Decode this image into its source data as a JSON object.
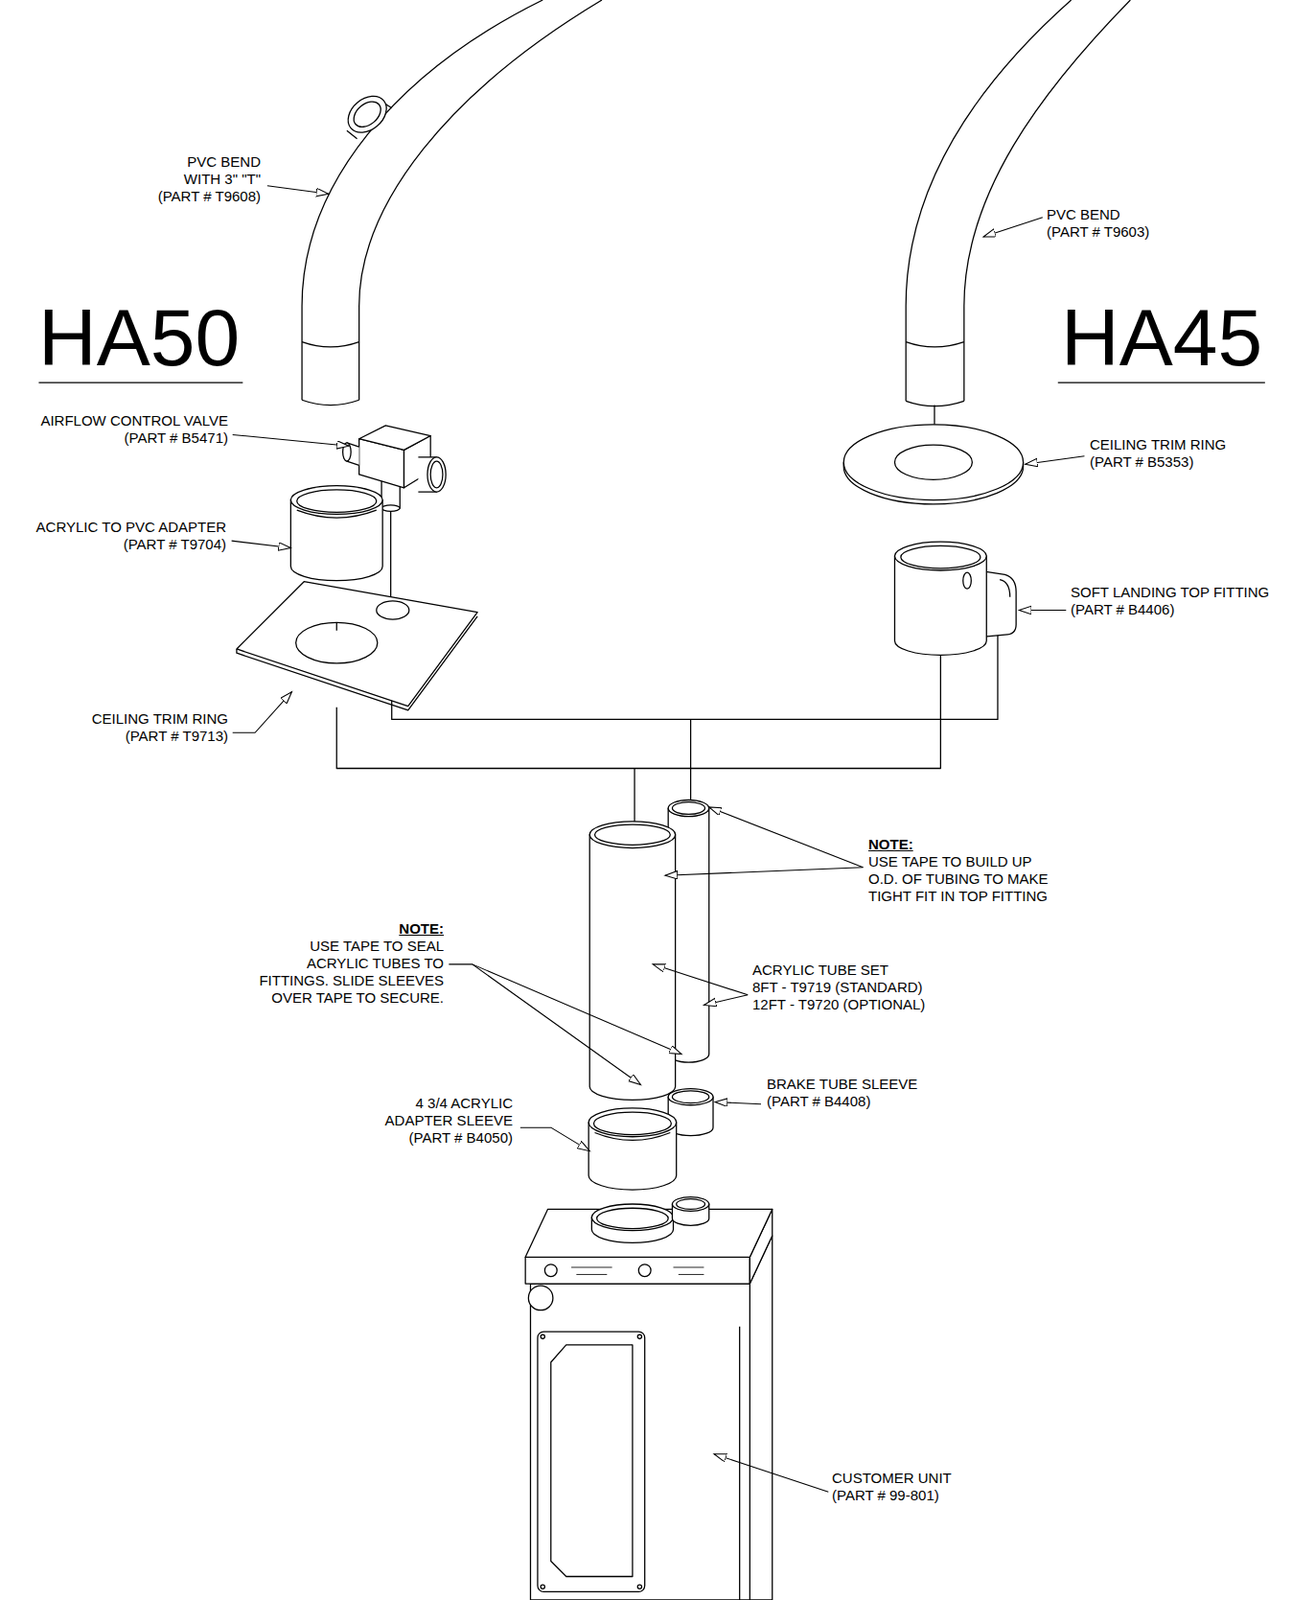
{
  "diagram": {
    "labels": [
      "PVC BEND WITH 3\" \"T\" (PART # T9608)",
      "PVC BEND (PART # T9603)",
      "HA50",
      "HA45",
      "AIRFLOW CONTROL VALVE (PART # B5471)",
      "CEILING TRIM RING (PART # B5353)",
      "ACRYLIC TO PVC ADAPTER (PART # T9704)",
      "SOFT LANDING TOP FITTING (PART # B4406)",
      "CEILING TRIM RING (PART # T9713)",
      "NOTE:",
      "USE TAPE TO BUILD UP O.D. OF TUBING TO MAKE TIGHT FIT IN TOP FITTING",
      "NOTE:",
      "USE TAPE TO SEAL ACRYLIC TUBES TO FITTINGS. SLIDE SLEEVES OVER TAPE TO SECURE.",
      "ACRYLIC TUBE SET",
      "8FT - T9719 (STANDARD)",
      "12FT - T9720 (OPTIONAL)",
      "BRAKE TUBE SLEEVE (PART # B4408)",
      "4 3/4 ACRYLIC ADAPTER SLEEVE (PART # B4050)",
      "CUSTOMER UNIT (PART # 99-801)"
    ]
  }
}
